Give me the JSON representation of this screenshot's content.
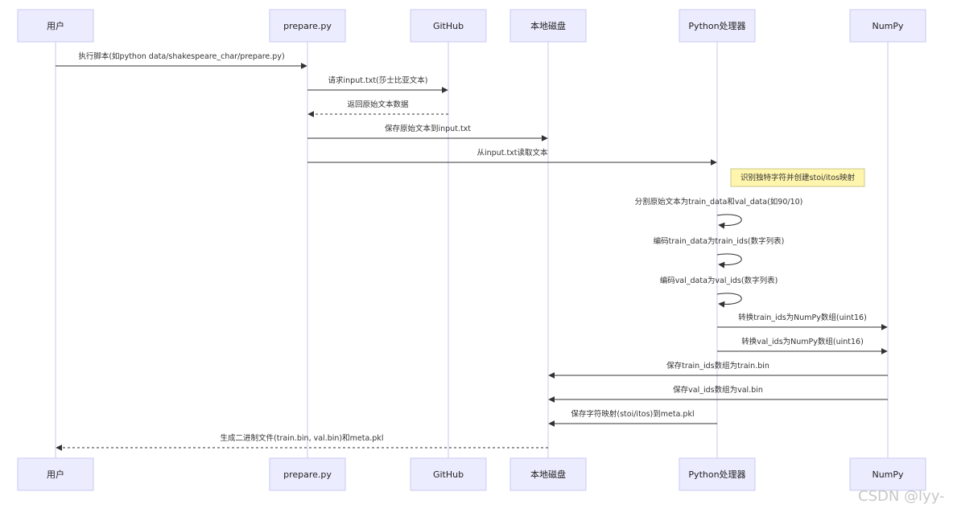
{
  "participants": [
    {
      "id": "user",
      "label": "用户"
    },
    {
      "id": "prepare",
      "label": "prepare.py"
    },
    {
      "id": "github",
      "label": "GitHub"
    },
    {
      "id": "disk",
      "label": "本地磁盘"
    },
    {
      "id": "python",
      "label": "Python处理器"
    },
    {
      "id": "numpy",
      "label": "NumPy"
    }
  ],
  "messages": [
    {
      "from": "user",
      "to": "prepare",
      "text": "执行脚本(如python data/shakespeare_char/prepare.py)",
      "style": "solid"
    },
    {
      "from": "prepare",
      "to": "github",
      "text": "请求input.txt(莎士比亚文本)",
      "style": "solid"
    },
    {
      "from": "github",
      "to": "prepare",
      "text": "返回原始文本数据",
      "style": "dashed"
    },
    {
      "from": "prepare",
      "to": "disk",
      "text": "保存原始文本到input.txt",
      "style": "solid"
    },
    {
      "from": "prepare",
      "to": "python",
      "text": "从input.txt读取文本",
      "style": "solid"
    },
    {
      "type": "note",
      "over": "python",
      "text": "识别独特字符并创建stoi/itos映射"
    },
    {
      "from": "python",
      "to": "python",
      "text": "分割原始文本为train_data和val_data(如90/10)",
      "style": "solid"
    },
    {
      "from": "python",
      "to": "python",
      "text": "编码train_data为train_ids(数字列表)",
      "style": "solid"
    },
    {
      "from": "python",
      "to": "python",
      "text": "编码val_data为val_ids(数字列表)",
      "style": "solid"
    },
    {
      "from": "python",
      "to": "numpy",
      "text": "转换train_ids为NumPy数组(uint16)",
      "style": "solid"
    },
    {
      "from": "python",
      "to": "numpy",
      "text": "转换val_ids为NumPy数组(uint16)",
      "style": "solid"
    },
    {
      "from": "numpy",
      "to": "disk",
      "text": "保存train_ids数组为train.bin",
      "style": "solid"
    },
    {
      "from": "numpy",
      "to": "disk",
      "text": "保存val_ids数组为val.bin",
      "style": "solid"
    },
    {
      "from": "python",
      "to": "disk",
      "text": "保存字符映射(stoi/itos)到meta.pkl",
      "style": "solid"
    },
    {
      "from": "disk",
      "to": "user",
      "text": "生成二进制文件(train.bin, val.bin)和meta.pkl",
      "style": "dashed"
    }
  ],
  "watermark": "CSDN @lyy-",
  "colors": {
    "actor_fill": "#ececff",
    "actor_stroke": "#c9c9f5",
    "note_fill": "#fff5ad",
    "lifeline": "#c8c8f0",
    "line": "#333333"
  }
}
